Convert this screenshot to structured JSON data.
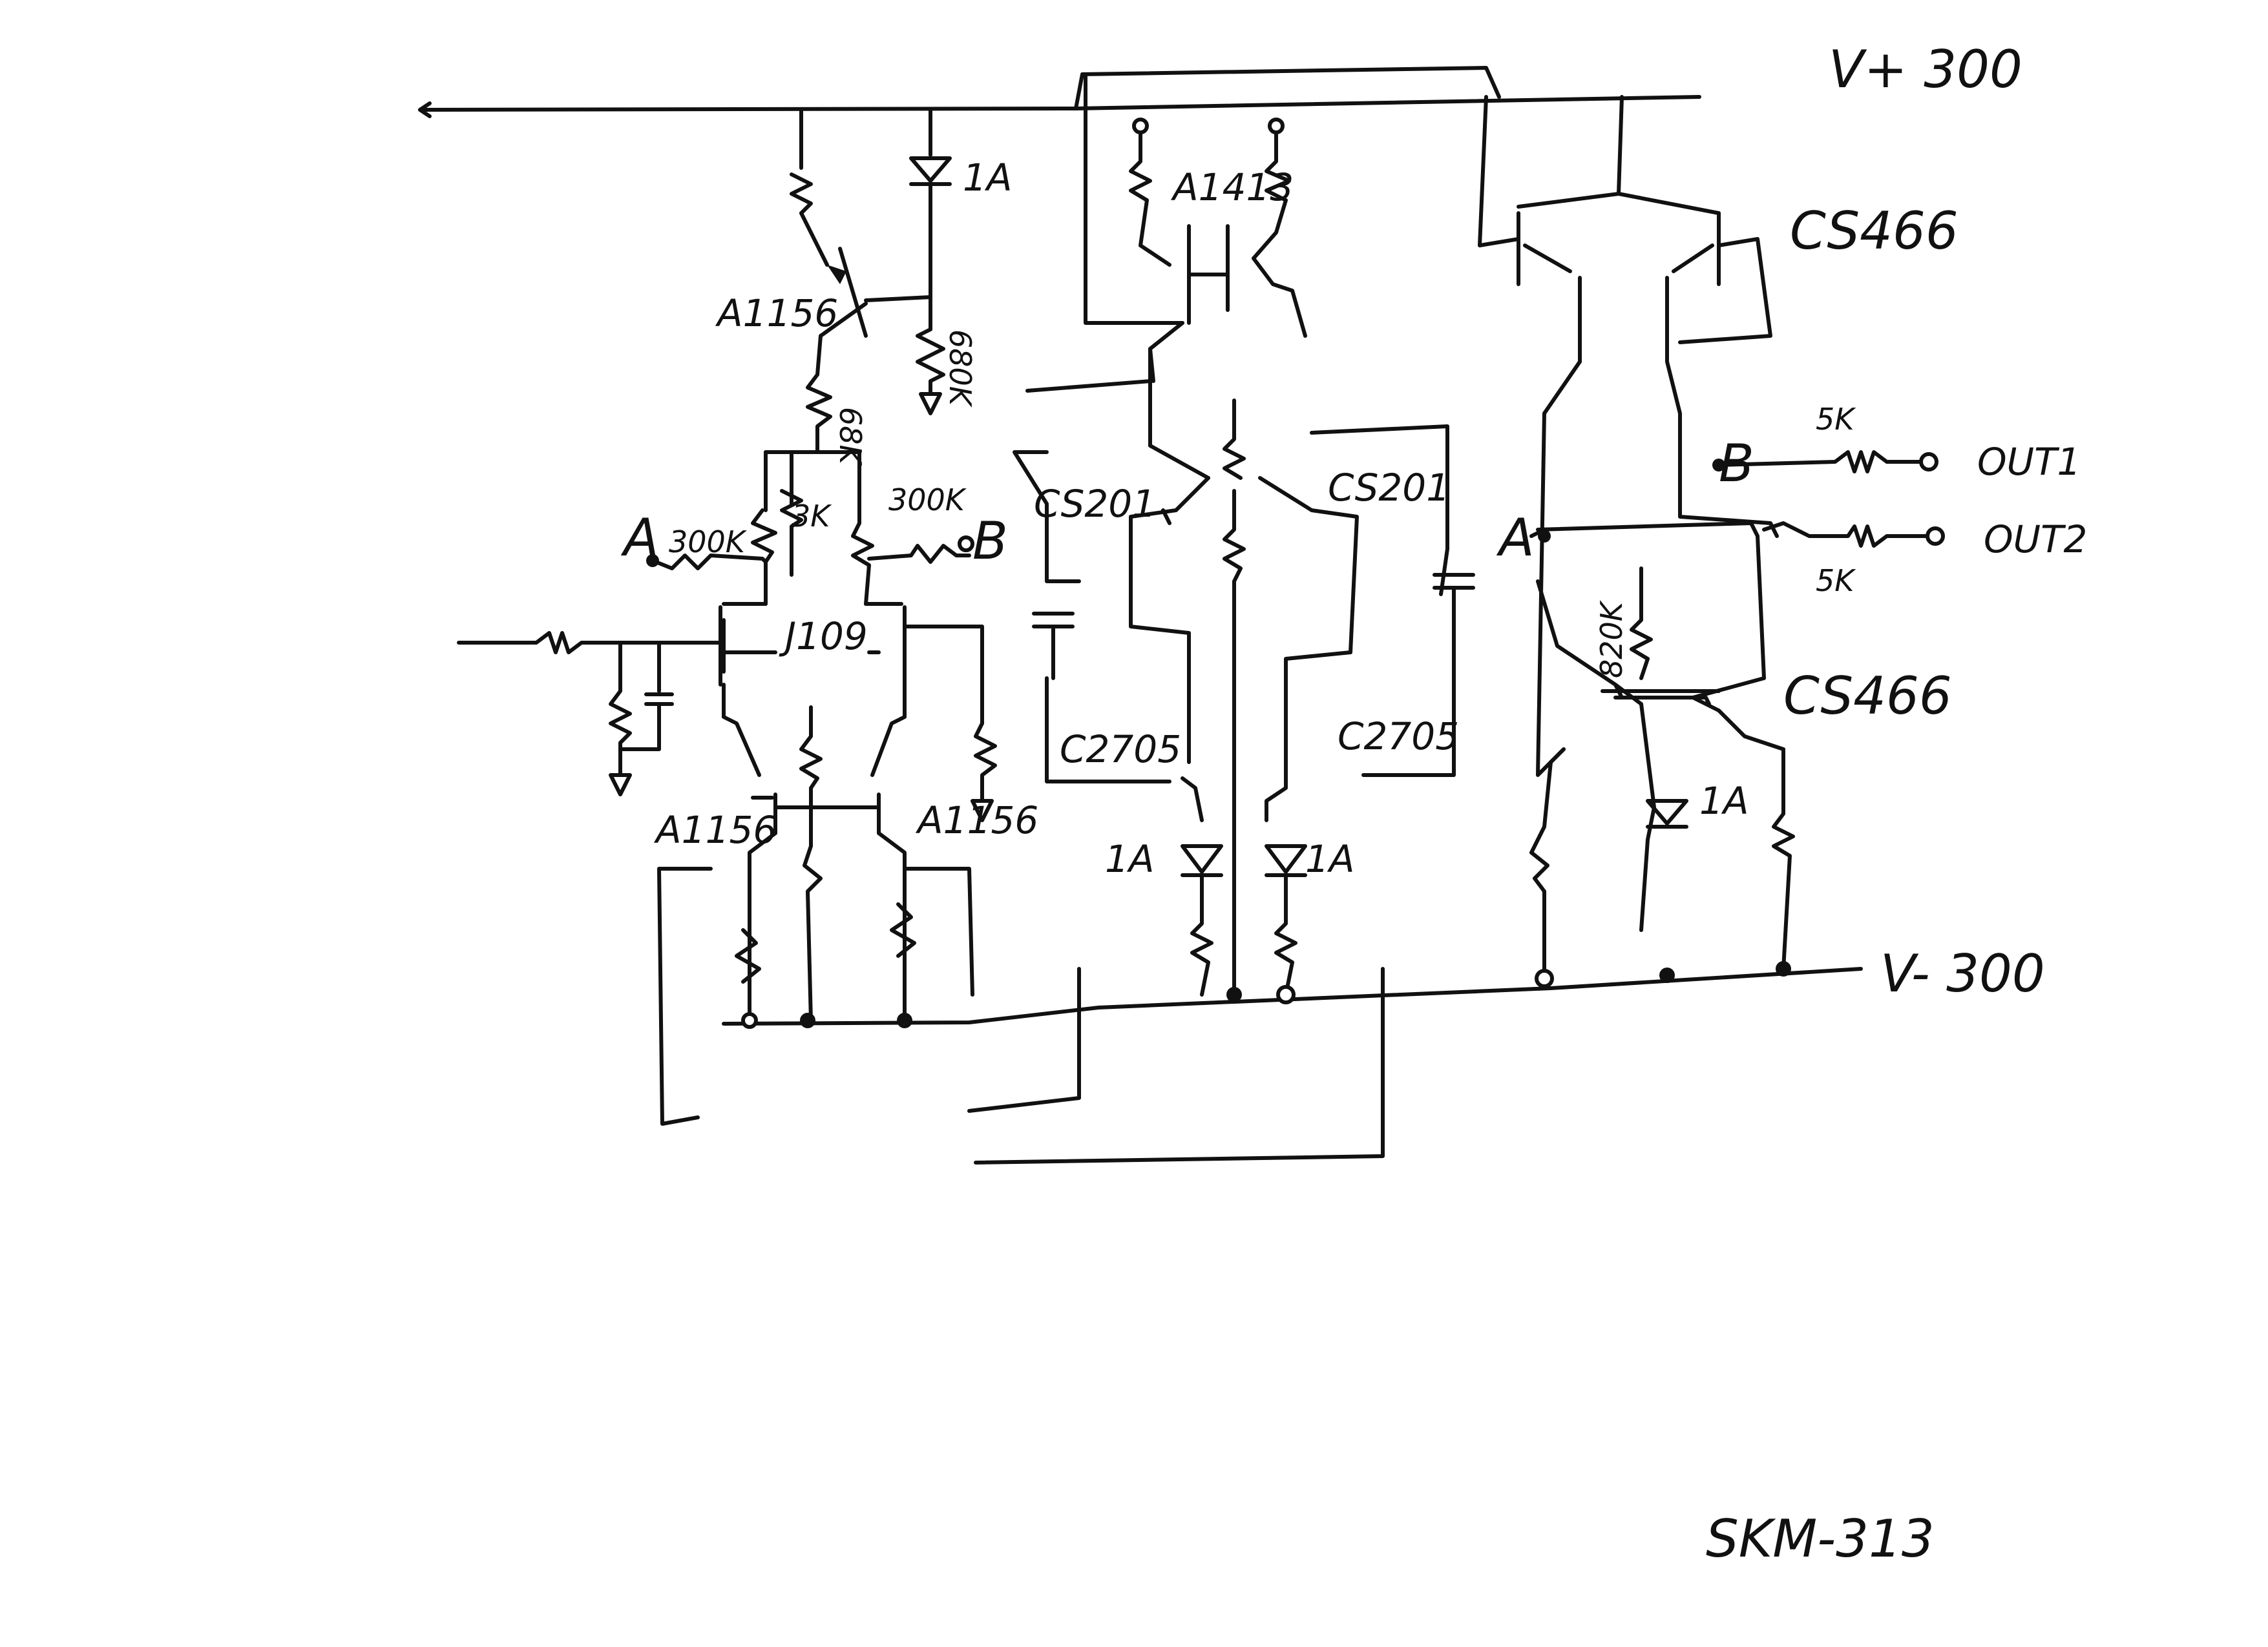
{
  "rails": {
    "positive": "V+ 300",
    "negative": "V- 300"
  },
  "model": "SKM-313",
  "parts": {
    "a1156_top": "A1156",
    "a1156_left": "A1156",
    "a1156_right": "A1156",
    "a1413": "A1413",
    "j109": "J109",
    "cs201_left": "CS201",
    "cs201_right": "CS201",
    "c2705_left": "C2705",
    "c2705_right": "C2705",
    "cs466_top": "CS466",
    "cs466_bottom": "CS466"
  },
  "values": {
    "r300k_left": "300K",
    "r3k": "3K",
    "r300k_right": "300K",
    "r68k": "68K",
    "r680k": "680K",
    "r820k": "820K",
    "r5k_top": "5K",
    "r5k_bottom": "5K",
    "zener_1a_top": "1A",
    "zener_1a_left": "1A",
    "zener_1a_mid": "1A",
    "zener_1a_right": "1A"
  },
  "nodes": {
    "a_left": "A",
    "b_left": "B",
    "a_right": "A",
    "b_right": "B"
  },
  "outputs": {
    "out1": "OUT1",
    "out2": "OUT2"
  }
}
